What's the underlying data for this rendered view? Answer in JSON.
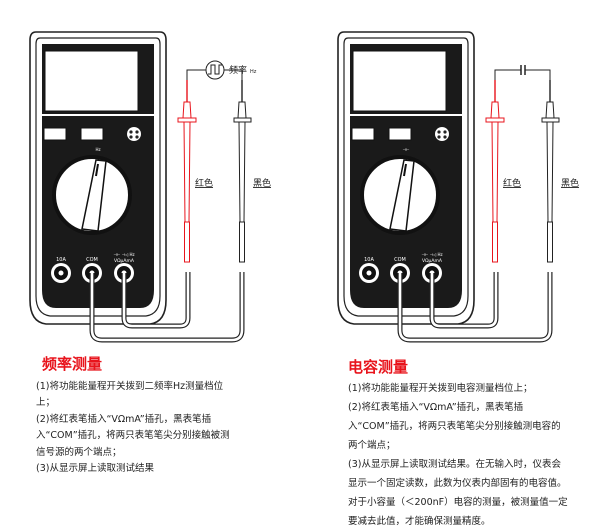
{
  "left_diagram": {
    "source_label": "频率",
    "source_unit": "Hz",
    "red_label": "红色",
    "black_label": "黑色",
    "jack_10a": "10A",
    "jack_com": "COM",
    "jack_v_top": "⊣⊢ ⊣◁ Hz",
    "jack_v": "VΩμAmA",
    "dial_mark": "Hz"
  },
  "right_diagram": {
    "red_label": "红色",
    "black_label": "黑色",
    "jack_10a": "10A",
    "jack_com": "COM",
    "jack_v_top": "⊣⊢ ⊣◁ Hz",
    "jack_v": "VΩμAmA",
    "dial_mark": "⊣⊢"
  },
  "frequency": {
    "title": "频率测量",
    "steps": [
      "(1)将功能能量程开关拨到二频率Hz测量档位上；",
      "(2)将红表笔插入“VΩmA”插孔，黑表笔插入“COM”插孔，将两只表笔笔尖分别接触被测信号源的两个端点；",
      "(3)从显示屏上读取测试结果"
    ]
  },
  "capacitance": {
    "title": "电容测量",
    "steps": [
      "(1)将功能能量程开关拨到电容测量档位上；",
      "(2)将红表笔插入“VΩmA”插孔，黑表笔插入“COM”插孔，将两只表笔笔尖分别接触测电容的两个端点；",
      "(3)从显示屏上读取测试结果。在无输入时，仪表会显示一个固定读数，此数为仪表内部固有的电容值。对于小容量（＜200nF）电容的测量，被测量值一定要减去此值，才能确保测量精度。"
    ]
  },
  "colors": {
    "red": "#e8141c",
    "line": "#222222"
  }
}
